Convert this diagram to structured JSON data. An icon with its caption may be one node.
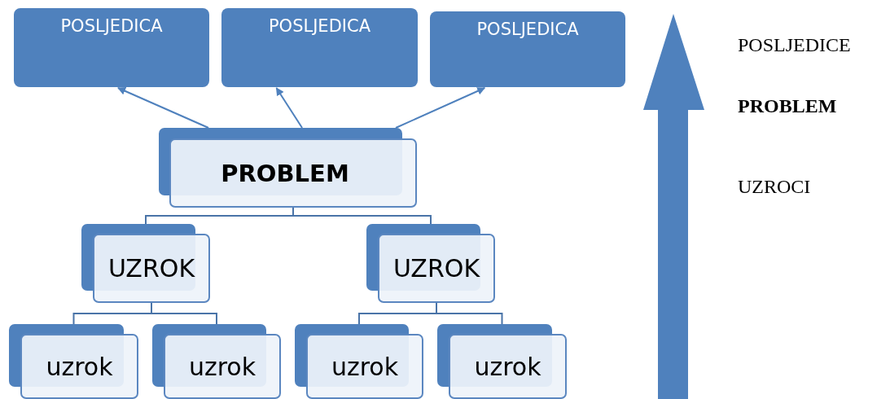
{
  "diagram": {
    "nodes": [
      {
        "text": [
          "POSLJEDICA"
        ]
      },
      {
        "text": [
          "POSLJEDICA"
        ]
      },
      {
        "text": [
          "POSLJEDICA"
        ]
      },
      {
        "text": [
          "PROBLEM"
        ]
      },
      {
        "text": [
          "UZROK"
        ]
      },
      {
        "text": [
          "UZROK"
        ]
      },
      {
        "text": [
          "uzrok"
        ]
      },
      {
        "text": [
          "uzrok"
        ]
      },
      {
        "text": [
          "uzrok"
        ]
      },
      {
        "text": [
          "uzrok"
        ]
      }
    ],
    "edges": [
      {
        "from": 3,
        "to": 0,
        "arrow": "to"
      },
      {
        "from": 3,
        "to": 1,
        "arrow": "to"
      },
      {
        "from": 3,
        "to": 2,
        "arrow": "to"
      },
      {
        "from": 3,
        "to": 4,
        "arrow": "none"
      },
      {
        "from": 3,
        "to": 5,
        "arrow": "none"
      },
      {
        "from": 4,
        "to": 6,
        "arrow": "none"
      },
      {
        "from": 4,
        "to": 7,
        "arrow": "none"
      },
      {
        "from": 5,
        "to": 8,
        "arrow": "none"
      },
      {
        "from": 5,
        "to": 9,
        "arrow": "none"
      }
    ],
    "labels": [
      "POSLJEDICE",
      "PROBLEM",
      "UZROCI"
    ]
  }
}
